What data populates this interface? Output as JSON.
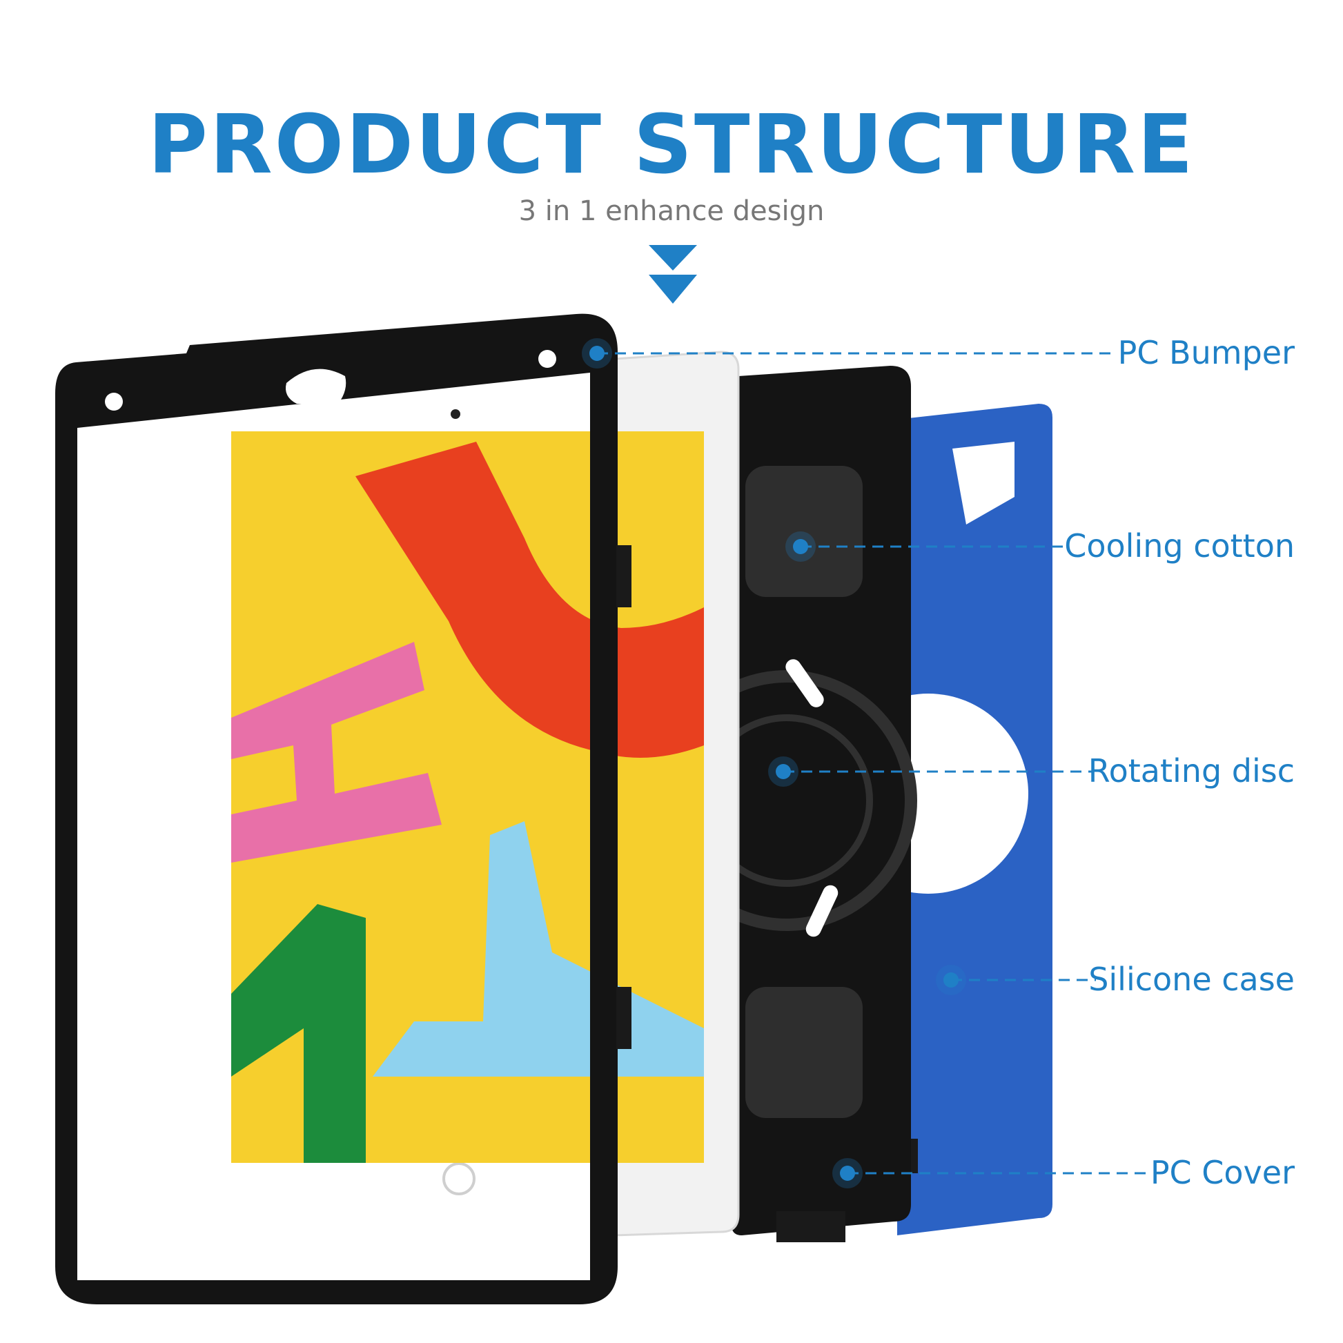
{
  "header": {
    "title": "PRODUCT STRUCTURE",
    "subtitle": "3 in 1 enhance design"
  },
  "callouts": [
    {
      "label": "PC Bumper"
    },
    {
      "label": "Cooling cotton"
    },
    {
      "label": "Rotating disc"
    },
    {
      "label": "Silicone case"
    },
    {
      "label": "PC Cover"
    }
  ],
  "icons": {
    "down_chevrons": "double-chevron-down-icon"
  },
  "colors": {
    "accent": "#1f80c6",
    "bumper": "#141414",
    "cover_blue": "#2b62c4",
    "screen_yellow": "#f6cf2d",
    "shape_red": "#e8401f",
    "shape_pink": "#e870a8",
    "shape_lightblue": "#8fd2ee",
    "shape_green": "#1c8c3c"
  }
}
